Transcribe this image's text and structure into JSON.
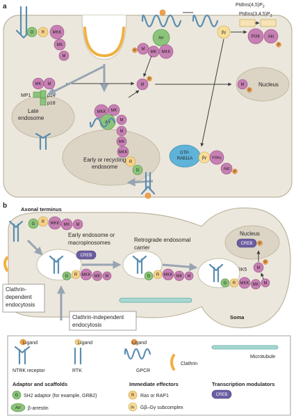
{
  "panel_a": {
    "letter": "a",
    "lipid_1": "PtdIns(4,5)P",
    "lipid_1_sub": "2",
    "lipid_2": "PtdIns(3,4,5)P",
    "lipid_2_sub": "3",
    "nucleus": "Nucleus",
    "late_endosome_1": "Late",
    "late_endosome_2": "endosome",
    "early_endosome_1": "Early or recycling",
    "early_endosome_2": "endosome",
    "gtp_1": "GTP-",
    "gtp_2": "RAB11A",
    "mp1": "MP1",
    "p14": "p14",
    "p18": "p18"
  },
  "panel_b": {
    "letter": "b",
    "axonal_terminus": "Axonal terminus",
    "early_macro_1": "Early endosome or",
    "early_macro_2": "macropinosomes",
    "retrograde_1": "Retrograde endosomal",
    "retrograde_2": "carrier",
    "nucleus": "Nucleus",
    "soma": "Soma",
    "erk5": "ERK5",
    "clathrin_dep_1": "Clathrin-",
    "clathrin_dep_2": "dependent",
    "clathrin_dep_3": "endocytosis",
    "clathrin_indep_1": "Clathrin-independent",
    "clathrin_indep_2": "endocytosis"
  },
  "molecules": {
    "g": "G",
    "r": "R",
    "mkk": "MKK",
    "mk": "MK",
    "m": "M",
    "p": "P",
    "arr": "Arr",
    "by": "βγ",
    "pi3k": "PI3K",
    "pi3kg": "PI3Kγ",
    "akt": "Akt",
    "creb": "CREB"
  },
  "legend": {
    "ligand": "Ligand",
    "ntrk": "NTRK receptor",
    "rtk": "RTK",
    "gpcr": "GPCR",
    "clathrin": "Clathrin",
    "microtubule": "Microtubule",
    "adaptor_header": "Adaptor and scaffolds",
    "sh2": "SH2 adaptor (for example, GRB2)",
    "barrestin": "β-arrestin",
    "effectors_header": "Immediate effectors",
    "ras": "Ras or RAP1",
    "gby": "Gβ–Gγ subcomplex",
    "transcription_header": "Transcription modulators"
  },
  "colors": {
    "cytoplasm": "#ece7dc",
    "receptor": "#5b8db0",
    "clathrin": "#f0b040",
    "adaptor_green": "#8bc47a",
    "effector_yellow": "#f6d38b",
    "kinase_purple": "#c780b3",
    "phospho_orange": "#f2a24a",
    "creb_purple": "#6c5ea0",
    "microtubule": "#a8d8d2"
  }
}
